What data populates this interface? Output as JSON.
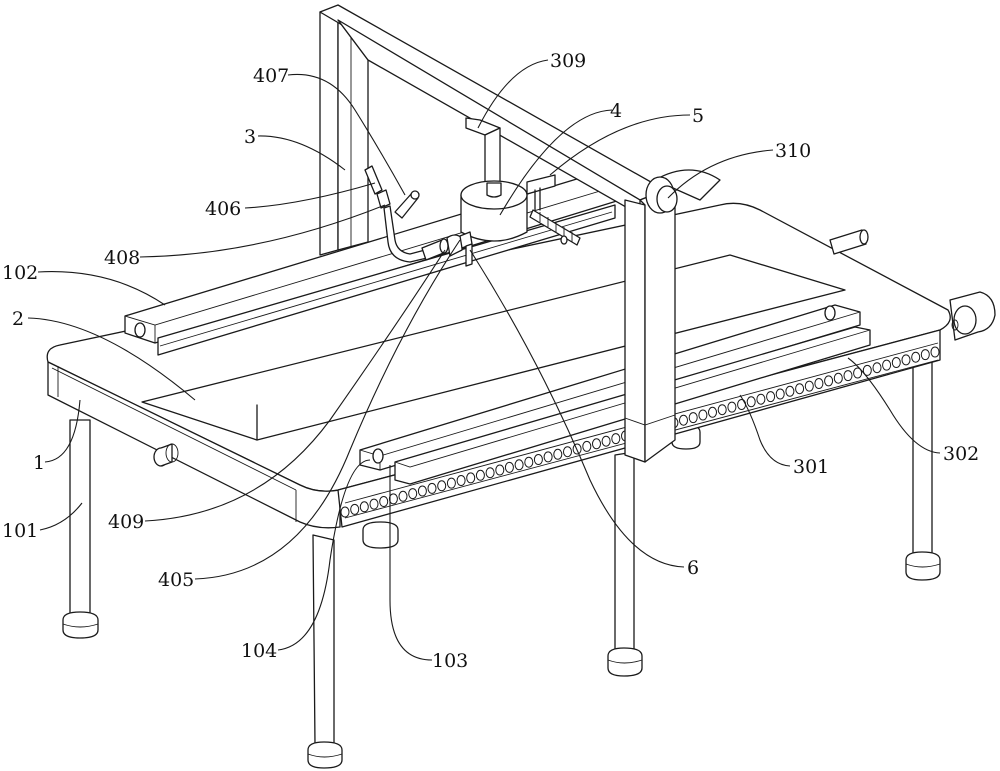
{
  "figure": {
    "title": "Patent line drawing: table-type workpiece processing device (isometric view)",
    "line_color": "#1a1a1a",
    "background": "#ffffff"
  },
  "labels": [
    {
      "id": "1",
      "text": "1",
      "part": "table body"
    },
    {
      "id": "101",
      "text": "101",
      "part": "support leg"
    },
    {
      "id": "102",
      "text": "102",
      "part": "clamp rail"
    },
    {
      "id": "103",
      "text": "103",
      "part": "clamp bar"
    },
    {
      "id": "104",
      "text": "104",
      "part": "guide rod"
    },
    {
      "id": "2",
      "text": "2",
      "part": "work panel"
    },
    {
      "id": "3",
      "text": "3",
      "part": "gantry frame"
    },
    {
      "id": "301",
      "text": "301",
      "part": "side rail"
    },
    {
      "id": "302",
      "text": "302",
      "part": "lead screw"
    },
    {
      "id": "309",
      "text": "309",
      "part": "mounting plate"
    },
    {
      "id": "310",
      "text": "310",
      "part": "motor"
    },
    {
      "id": "4",
      "text": "4",
      "part": "head housing"
    },
    {
      "id": "405",
      "text": "405",
      "part": "valve"
    },
    {
      "id": "406",
      "text": "406",
      "part": "pipe fitting"
    },
    {
      "id": "407",
      "text": "407",
      "part": "nozzle"
    },
    {
      "id": "408",
      "text": "408",
      "part": "bent pipe"
    },
    {
      "id": "409",
      "text": "409",
      "part": "connector tube"
    },
    {
      "id": "5",
      "text": "5",
      "part": "bracket"
    },
    {
      "id": "6",
      "text": "6",
      "part": "brush assembly"
    }
  ]
}
